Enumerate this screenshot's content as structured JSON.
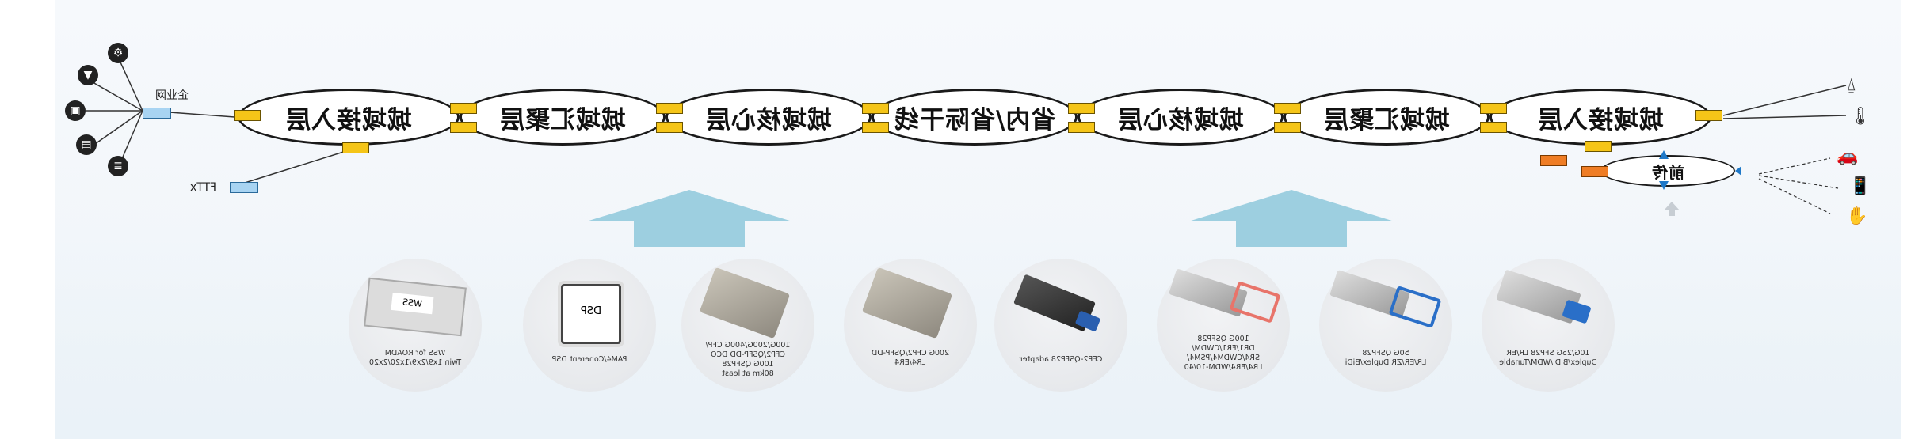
{
  "diagram": {
    "layers": [
      {
        "label": "城域接入层"
      },
      {
        "label": "城域汇聚层"
      },
      {
        "label": "城域核心层"
      },
      {
        "label": "省内/省际干线"
      },
      {
        "label": "城域核心层"
      },
      {
        "label": "城域汇聚层"
      },
      {
        "label": "城域接入层"
      }
    ],
    "fronthaul_label": "前传",
    "enterprise_label": "企业网",
    "fttx_label": "FTTx",
    "products": [
      {
        "caption_lines": [
          "WSS for ROADM",
          "Twin 1x9/2x9/1x20/2x20"
        ],
        "chip_text": "WSS"
      },
      {
        "caption_lines": [
          "PAM4/Coherent DSP"
        ],
        "chip_text": "DSP"
      },
      {
        "caption_lines": [
          "100G/200G/400G CFP/",
          "CFP2/QSFP-DD DCO",
          "100G QSFP28",
          "80km at least"
        ]
      },
      {
        "caption_lines": [
          "200G CFP2/QSFP-DD",
          "LR4/ER4"
        ]
      },
      {
        "caption_lines": [
          "CFP2-QSFP28 adapter"
        ]
      },
      {
        "caption_lines": [
          "100G QSFP28",
          "DR1/FR1/CWDM/",
          "SR4/CWDM4/PSM4/",
          "LR4/ER4/WDM-10/40"
        ]
      },
      {
        "caption_lines": [
          "50G QSFP28",
          "LR/ER/ZR Duplex/BiDi"
        ]
      },
      {
        "caption_lines": [
          "10G/25G SFP28 LR/ER",
          "Duplex/BiDi/WDM/Tunable"
        ]
      }
    ],
    "left_icons": [
      "network-icon",
      "antenna-icon",
      "monitor-icon",
      "display-icon",
      "server-icon"
    ],
    "right_icons": [
      "antenna-tower-icon",
      "thermometer-icon",
      "car-icon",
      "phone-icon",
      "hand-icon"
    ],
    "colors": {
      "connector": "#f5c518",
      "connector_fronthaul": "#ef7d25",
      "arrow": "#9dcfe0",
      "triangle": "#1e78c8"
    }
  }
}
